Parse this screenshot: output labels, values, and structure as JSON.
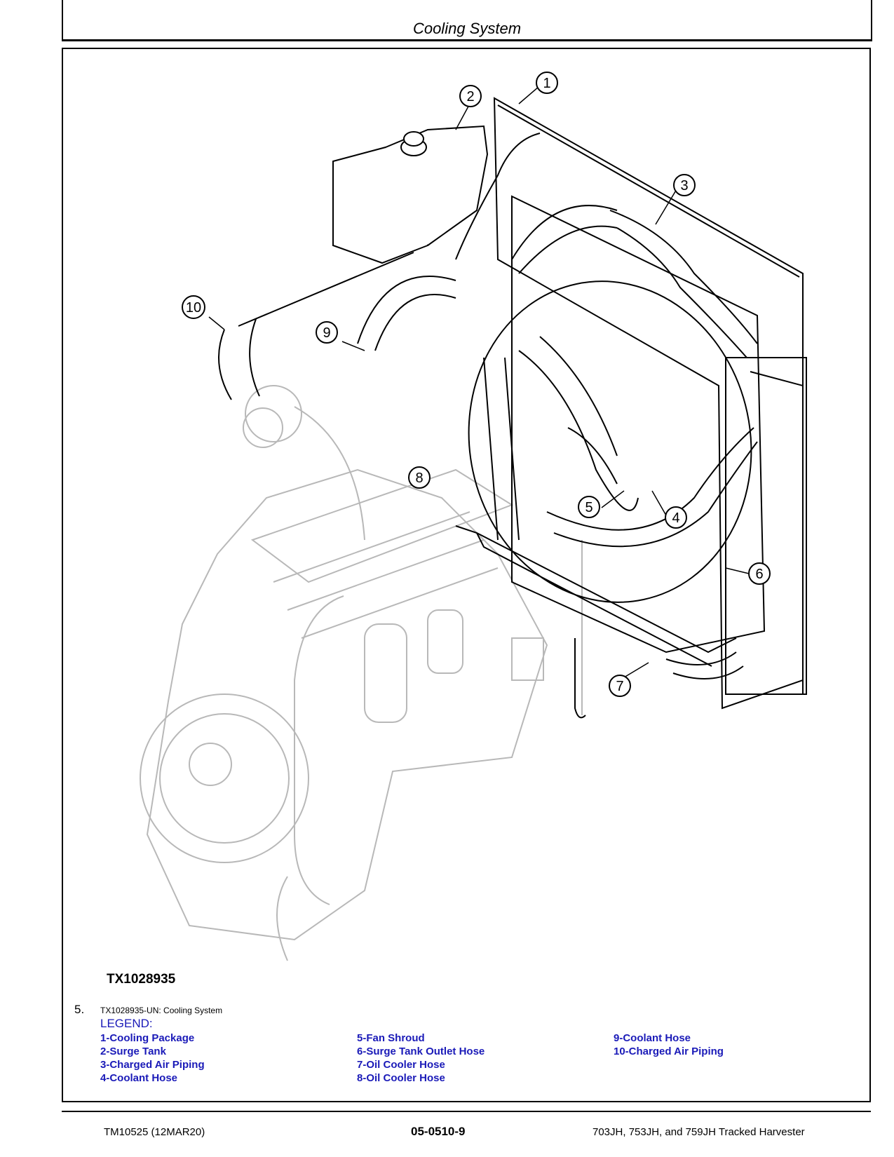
{
  "header": {
    "title": "Cooling System"
  },
  "figure": {
    "id": "TX1028935",
    "callouts": [
      "1",
      "2",
      "3",
      "4",
      "5",
      "6",
      "7",
      "8",
      "9",
      "10"
    ]
  },
  "caption": {
    "number": "5.",
    "text": "TX1028935-UN: Cooling System"
  },
  "legend": {
    "title": "LEGEND:",
    "columns": [
      [
        "1-Cooling Package",
        "2-Surge Tank",
        "3-Charged Air Piping",
        "4-Coolant Hose"
      ],
      [
        "5-Fan Shroud",
        "6-Surge Tank Outlet Hose",
        "7-Oil Cooler Hose",
        "8-Oil Cooler Hose"
      ],
      [
        "9-Coolant Hose",
        "10-Charged Air Piping"
      ]
    ]
  },
  "footer": {
    "left": "TM10525 (12MAR20)",
    "center": "05-0510-9",
    "right": "703JH, 753JH, and 759JH Tracked Harvester"
  }
}
